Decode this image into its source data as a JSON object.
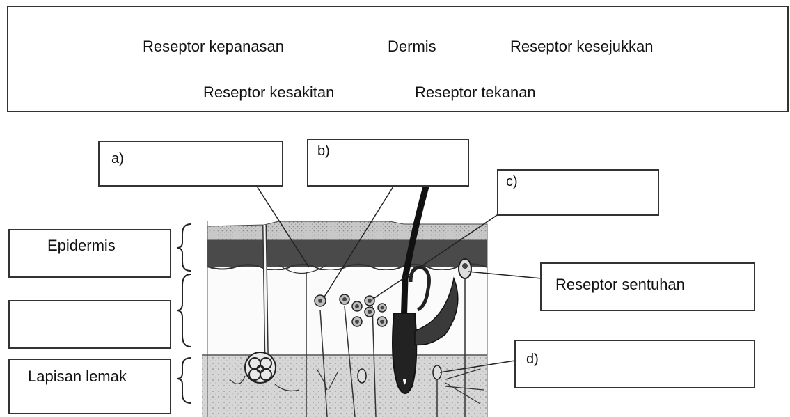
{
  "word_bank": {
    "words": [
      "Reseptor kepanasan",
      "Dermis",
      "Reseptor kesejukkan",
      "Reseptor kesakitan",
      "Reseptor tekanan"
    ]
  },
  "blanks": {
    "a": "a)",
    "b": "b)",
    "c": "c)",
    "d": "d)"
  },
  "layers": {
    "epidermis": "Epidermis",
    "dermis_blank": "",
    "fat": "Lapisan lemak"
  },
  "receptors": {
    "touch": "Reseptor sentuhan"
  }
}
